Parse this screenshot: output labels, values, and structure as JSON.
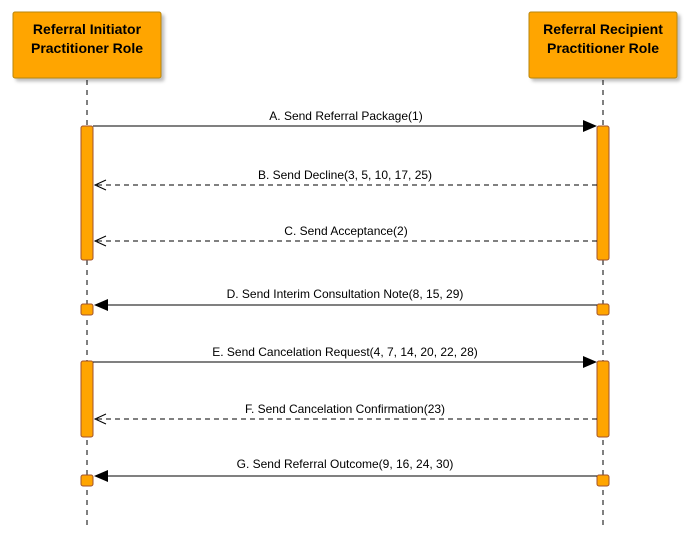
{
  "actors": [
    {
      "id": "initiator",
      "lines": [
        "Referral Initiator",
        "Practitioner Role"
      ]
    },
    {
      "id": "recipient",
      "lines": [
        "Referral Recipient",
        "Practitioner Role"
      ]
    }
  ],
  "messages": [
    {
      "label": "A. Send Referral Package(1)",
      "from": "initiator",
      "to": "recipient",
      "style": "solid"
    },
    {
      "label": "B. Send Decline(3, 5, 10, 17, 25)",
      "from": "recipient",
      "to": "initiator",
      "style": "dashed"
    },
    {
      "label": "C. Send Acceptance(2)",
      "from": "recipient",
      "to": "initiator",
      "style": "dashed"
    },
    {
      "label": "D. Send Interim Consultation Note(8, 15, 29)",
      "from": "recipient",
      "to": "initiator",
      "style": "solid"
    },
    {
      "label": "E. Send Cancelation Request(4, 7, 14, 20, 22, 28)",
      "from": "initiator",
      "to": "recipient",
      "style": "solid"
    },
    {
      "label": "F. Send Cancelation Confirmation(23)",
      "from": "recipient",
      "to": "initiator",
      "style": "dashed"
    },
    {
      "label": "G. Send Referral Outcome(9, 16, 24, 30)",
      "from": "recipient",
      "to": "initiator",
      "style": "solid"
    }
  ],
  "colors": {
    "actor_fill": "#FFA500",
    "actor_stroke": "#B8860B",
    "activation_fill": "#FFA500",
    "activation_stroke": "#A0522D",
    "line": "#000000",
    "lifeline": "#000000"
  }
}
